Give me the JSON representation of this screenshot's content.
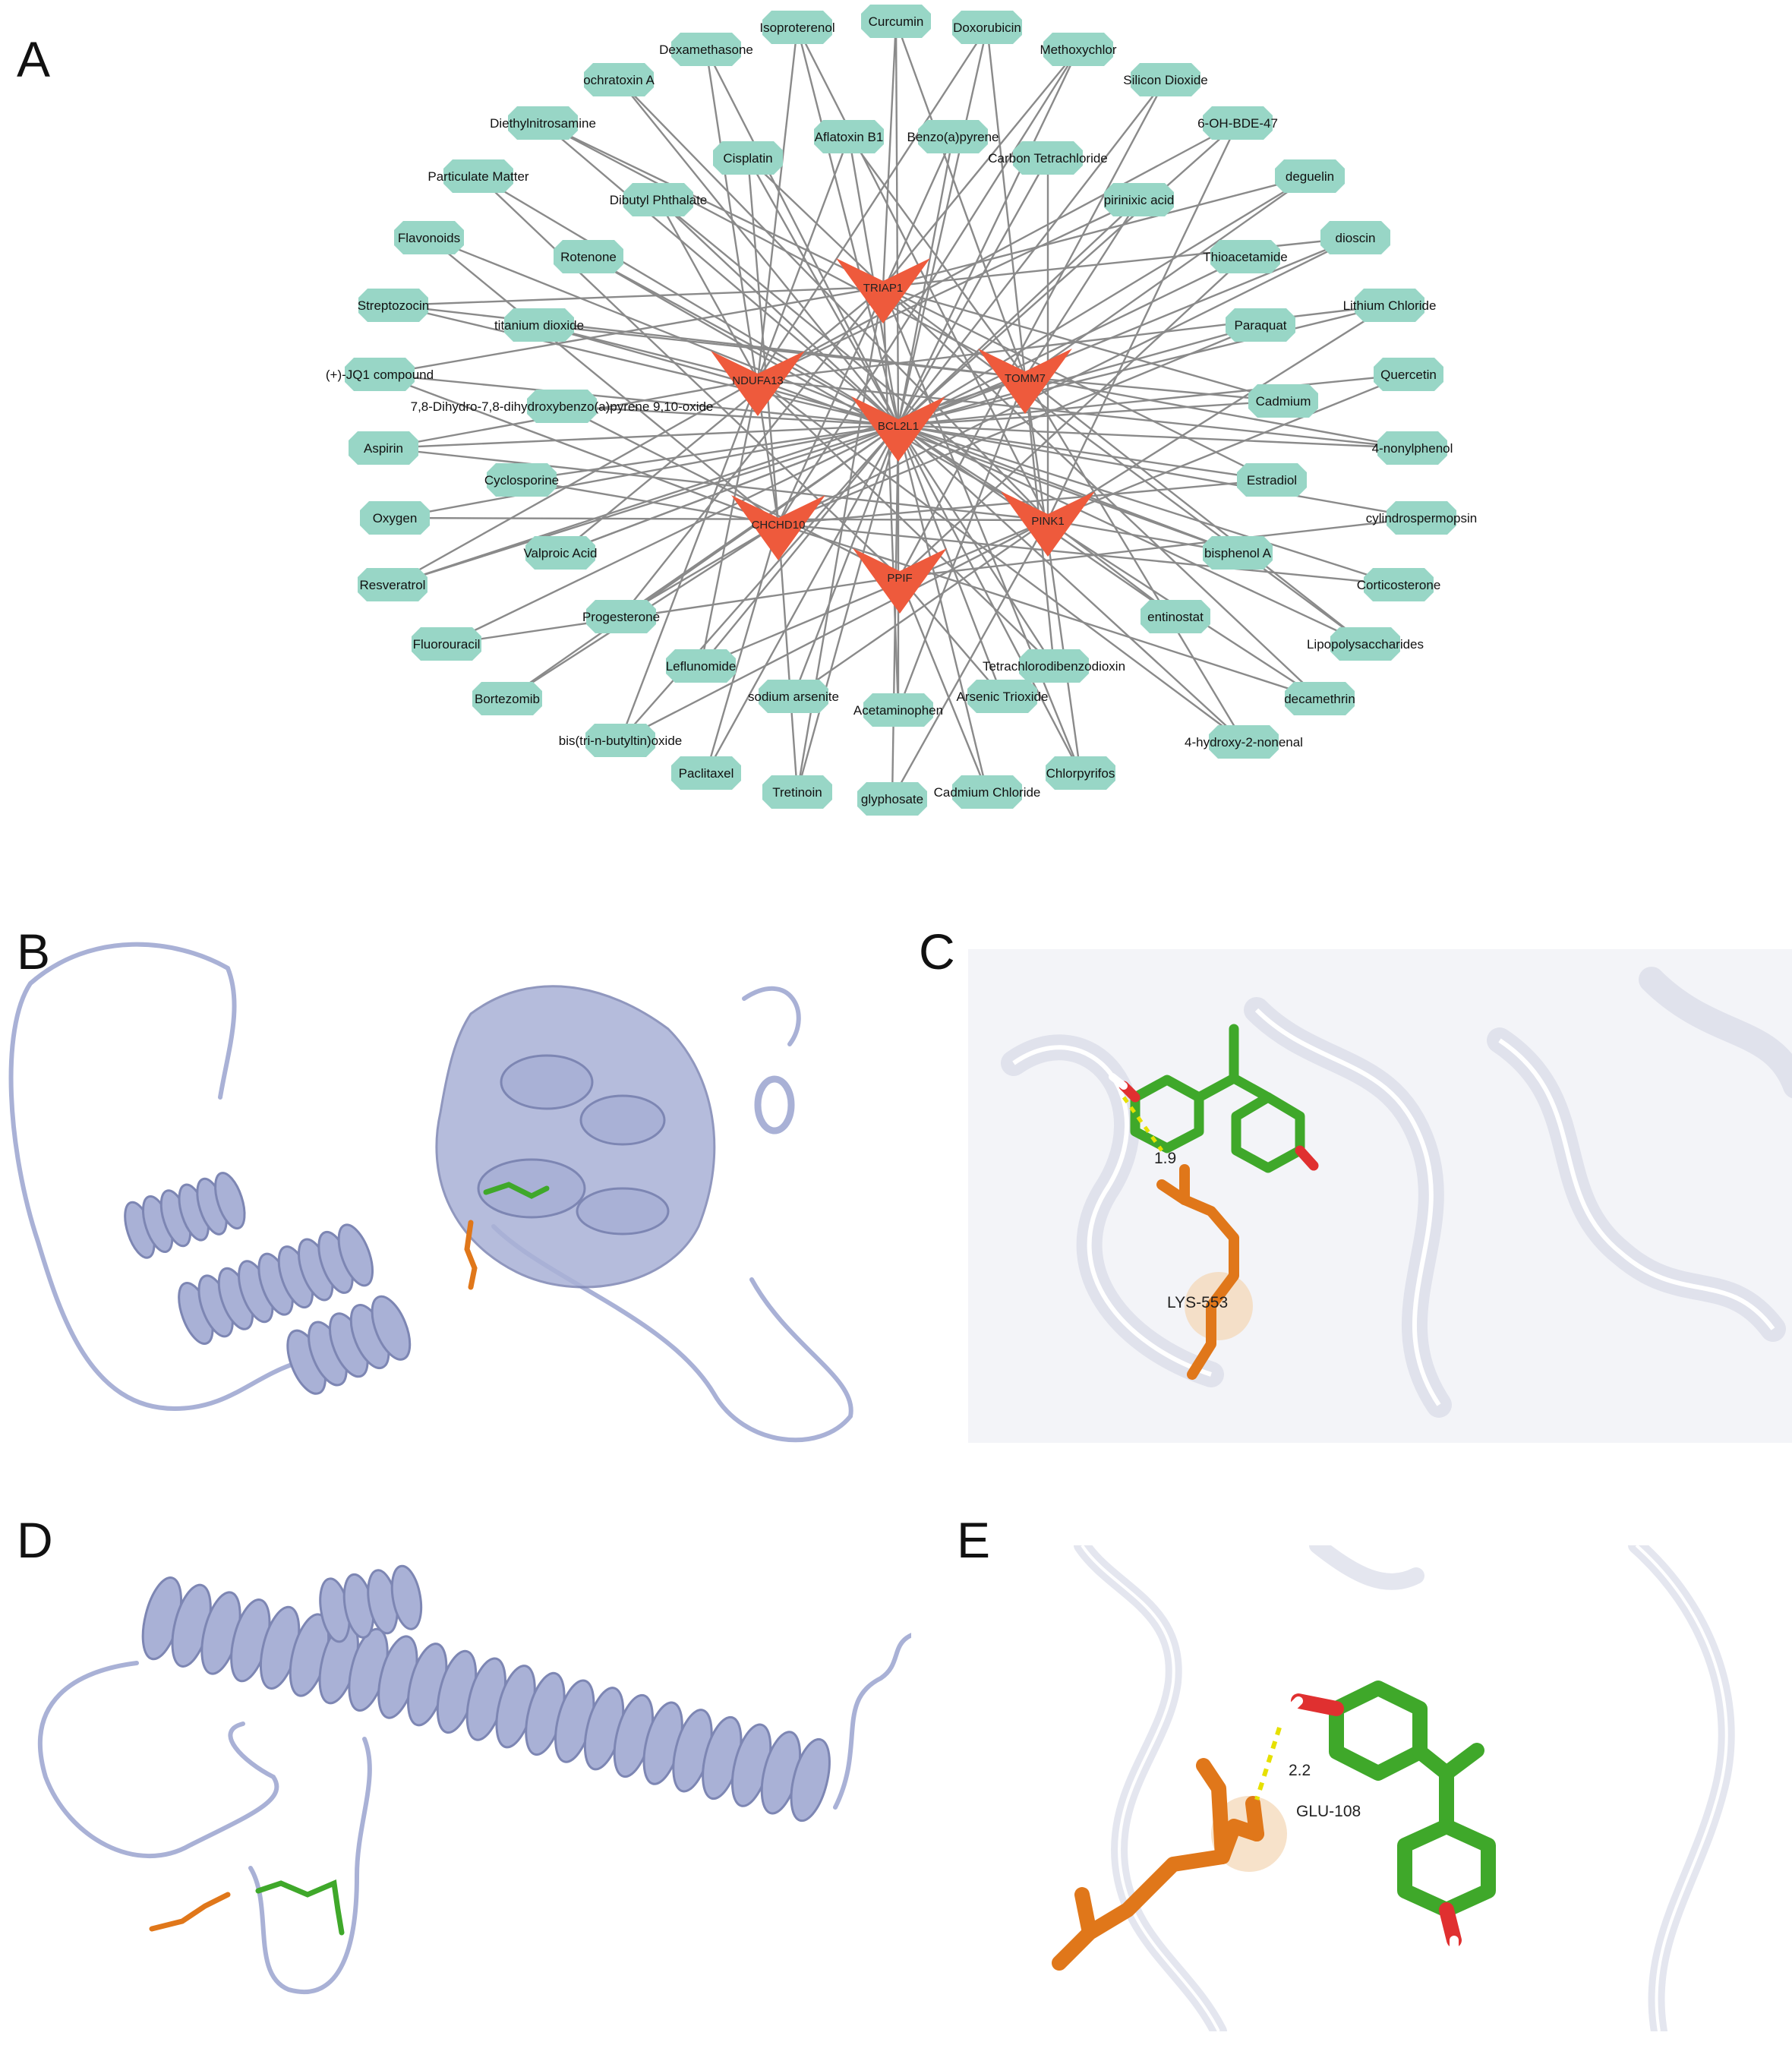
{
  "panels": {
    "a": "A",
    "b": "B",
    "c": "C",
    "d": "D",
    "e": "E"
  },
  "network": {
    "hubs": [
      {
        "id": "TRIAP1",
        "label": "TRIAP1"
      },
      {
        "id": "NDUFA13",
        "label": "NDUFA13"
      },
      {
        "id": "TOMM7",
        "label": "TOMM7"
      },
      {
        "id": "BCL2L1",
        "label": "BCL2L1"
      },
      {
        "id": "CHCHD10",
        "label": "CHCHD10"
      },
      {
        "id": "PINK1",
        "label": "PINK1"
      },
      {
        "id": "PPIF",
        "label": "PPIF"
      }
    ],
    "chemicals": [
      "Curcumin",
      "Isoproterenol",
      "Doxorubicin",
      "Dexamethasone",
      "Methoxychlor",
      "ochratoxin A",
      "Silicon Dioxide",
      "Diethylnitrosamine",
      "6-OH-BDE-47",
      "Aflatoxin B1",
      "Benzo(a)pyrene",
      "Cisplatin",
      "Carbon Tetrachloride",
      "Particulate Matter",
      "deguelin",
      "Dibutyl Phthalate",
      "pirinixic acid",
      "Flavonoids",
      "dioscin",
      "Rotenone",
      "Thioacetamide",
      "Streptozocin",
      "Lithium Chloride",
      "titanium dioxide",
      "Paraquat",
      "(+)-JQ1 compound",
      "Quercetin",
      "7,8-Dihydro-7,8-dihydroxybenzo(a)pyrene 9,10-oxide",
      "Cadmium",
      "Aspirin",
      "4-nonylphenol",
      "Cyclosporine",
      "Estradiol",
      "Oxygen",
      "cylindrospermopsin",
      "Valproic Acid",
      "bisphenol A",
      "Resveratrol",
      "Corticosterone",
      "Progesterone",
      "entinostat",
      "Fluorouracil",
      "Lipopolysaccharides",
      "Leflunomide",
      "Tetrachlorodibenzodioxin",
      "Bortezomib",
      "decamethrin",
      "sodium arsenite",
      "Arsenic Trioxide",
      "Acetaminophen",
      "bis(tri-n-butyltin)oxide",
      "4-hydroxy-2-nonenal",
      "Paclitaxel",
      "Tretinoin",
      "glyphosate",
      "Cadmium Chloride",
      "Chlorpyrifos"
    ]
  },
  "panel_c": {
    "distance": "1.9",
    "residue": "LYS-553"
  },
  "panel_e": {
    "distance": "2.2",
    "residue": "GLU-108"
  },
  "colors": {
    "chemical": "#98d6c6",
    "hub": "#ee5a3c",
    "edge": "#8a8a8a",
    "protein": "#a9b1d6",
    "ligand": "#3fa82a",
    "residue": "#e0771a",
    "oxygen": "#e03030"
  }
}
